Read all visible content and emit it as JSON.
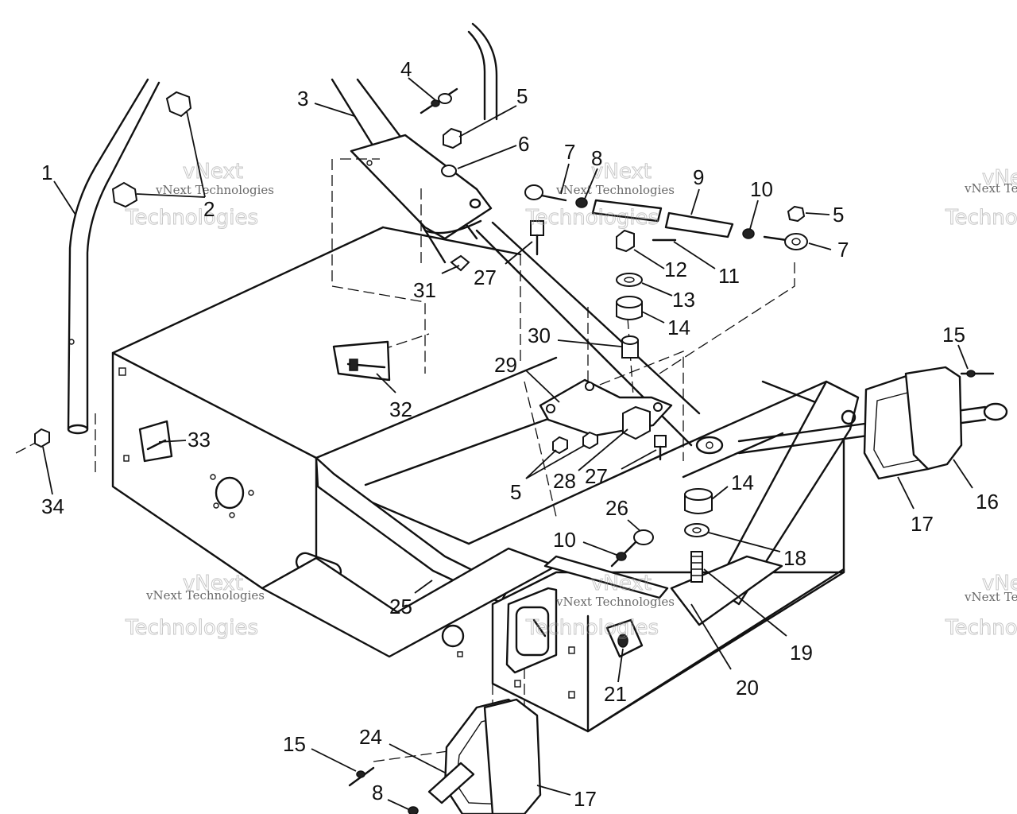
{
  "callouts": [
    {
      "id": "1",
      "text": "1"
    },
    {
      "id": "2",
      "text": "2"
    },
    {
      "id": "3",
      "text": "3"
    },
    {
      "id": "4",
      "text": "4"
    },
    {
      "id": "5a",
      "text": "5"
    },
    {
      "id": "6",
      "text": "6"
    },
    {
      "id": "7a",
      "text": "7"
    },
    {
      "id": "8a",
      "text": "8"
    },
    {
      "id": "9",
      "text": "9"
    },
    {
      "id": "10a",
      "text": "10"
    },
    {
      "id": "5b",
      "text": "5"
    },
    {
      "id": "7b",
      "text": "7"
    },
    {
      "id": "12",
      "text": "12"
    },
    {
      "id": "11",
      "text": "11"
    },
    {
      "id": "31",
      "text": "31"
    },
    {
      "id": "27a",
      "text": "27"
    },
    {
      "id": "13",
      "text": "13"
    },
    {
      "id": "14a",
      "text": "14"
    },
    {
      "id": "30",
      "text": "30"
    },
    {
      "id": "29",
      "text": "29"
    },
    {
      "id": "32",
      "text": "32"
    },
    {
      "id": "15a",
      "text": "15"
    },
    {
      "id": "33",
      "text": "33"
    },
    {
      "id": "34",
      "text": "34"
    },
    {
      "id": "5c",
      "text": "5"
    },
    {
      "id": "28",
      "text": "28"
    },
    {
      "id": "27b",
      "text": "27"
    },
    {
      "id": "14b",
      "text": "14"
    },
    {
      "id": "17a",
      "text": "17"
    },
    {
      "id": "16",
      "text": "16"
    },
    {
      "id": "26",
      "text": "26"
    },
    {
      "id": "10b",
      "text": "10"
    },
    {
      "id": "18",
      "text": "18"
    },
    {
      "id": "25",
      "text": "25"
    },
    {
      "id": "19",
      "text": "19"
    },
    {
      "id": "21",
      "text": "21"
    },
    {
      "id": "20",
      "text": "20"
    },
    {
      "id": "15b",
      "text": "15"
    },
    {
      "id": "24",
      "text": "24"
    },
    {
      "id": "8b",
      "text": "8"
    },
    {
      "id": "17b",
      "text": "17"
    }
  ],
  "watermark": {
    "line1": "vNext Technologies",
    "line2": "Technologies",
    "overlay": "vNext"
  }
}
